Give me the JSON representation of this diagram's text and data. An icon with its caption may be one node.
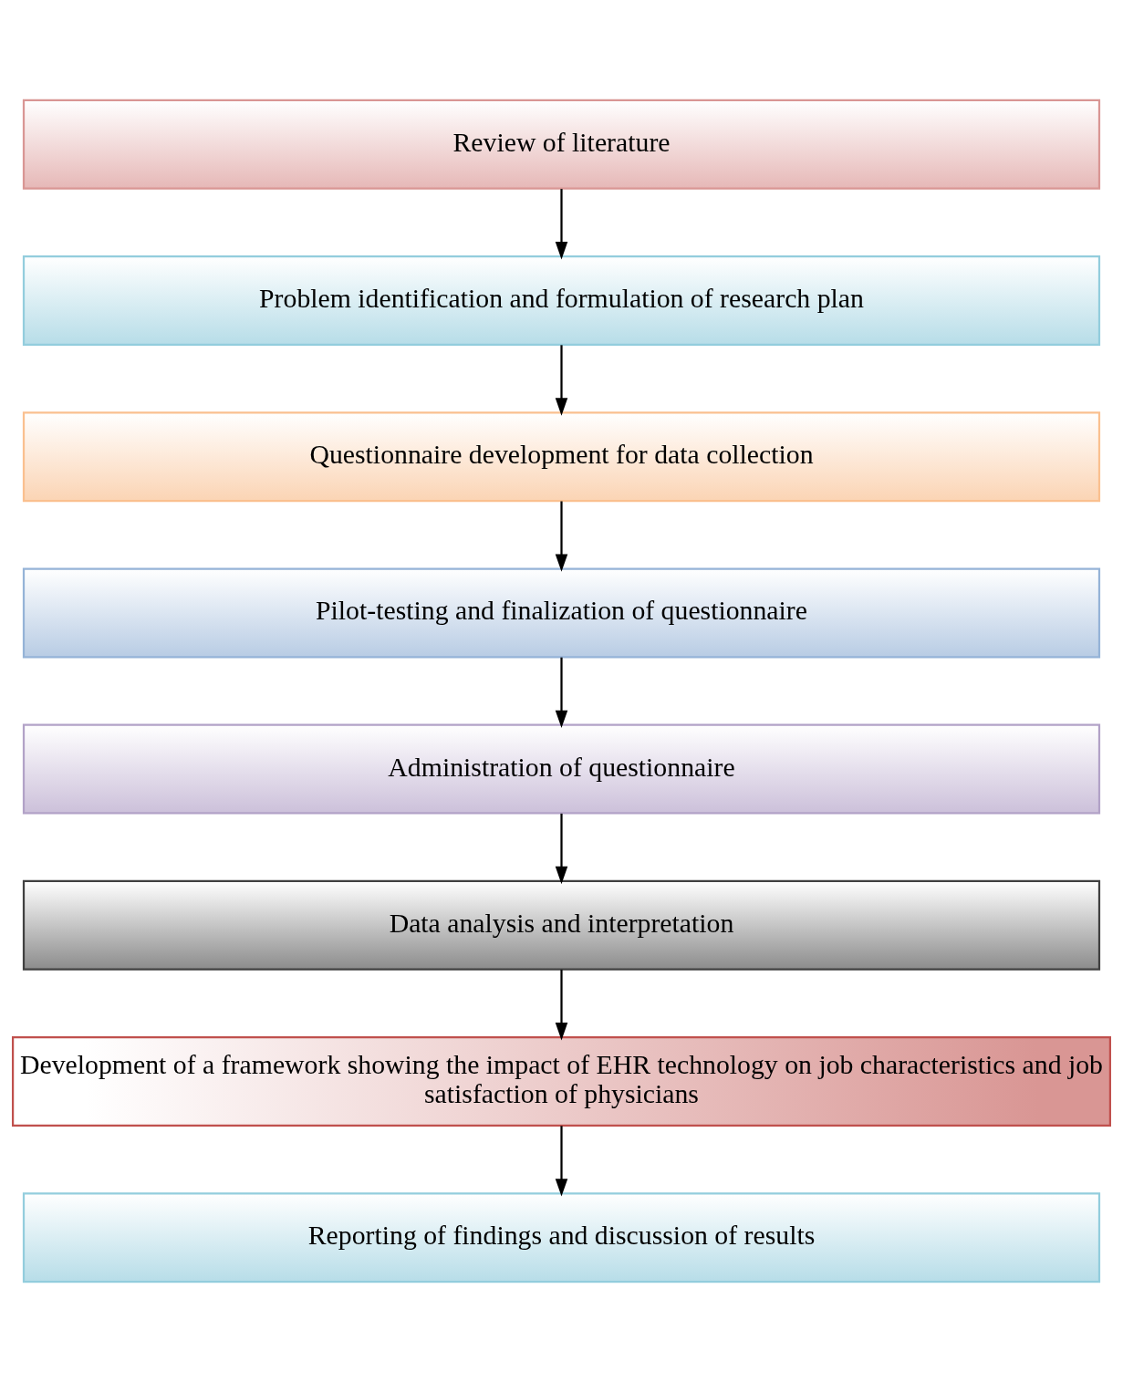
{
  "diagram": {
    "nodes": [
      {
        "text": [
          "Review of literature"
        ]
      },
      {
        "text": [
          "Problem identification and formulation of research plan"
        ]
      },
      {
        "text": [
          "Questionnaire development for data collection"
        ]
      },
      {
        "text": [
          "Pilot-testing and finalization of questionnaire"
        ]
      },
      {
        "text": [
          "Administration of questionnaire"
        ]
      },
      {
        "text": [
          "Data analysis and interpretation"
        ]
      },
      {
        "text": [
          "Development of a framework showing the impact of EHR technology on job characteristics and job satisfaction of physicians"
        ]
      },
      {
        "text": [
          "Reporting of findings and discussion of results"
        ]
      }
    ],
    "edges": [
      {
        "from": 0,
        "to": 1,
        "arrow": "to"
      },
      {
        "from": 1,
        "to": 2,
        "arrow": "to"
      },
      {
        "from": 2,
        "to": 3,
        "arrow": "to"
      },
      {
        "from": 3,
        "to": 4,
        "arrow": "to"
      },
      {
        "from": 4,
        "to": 5,
        "arrow": "to"
      },
      {
        "from": 5,
        "to": 6,
        "arrow": "to"
      },
      {
        "from": 6,
        "to": 7,
        "arrow": "to"
      }
    ]
  }
}
